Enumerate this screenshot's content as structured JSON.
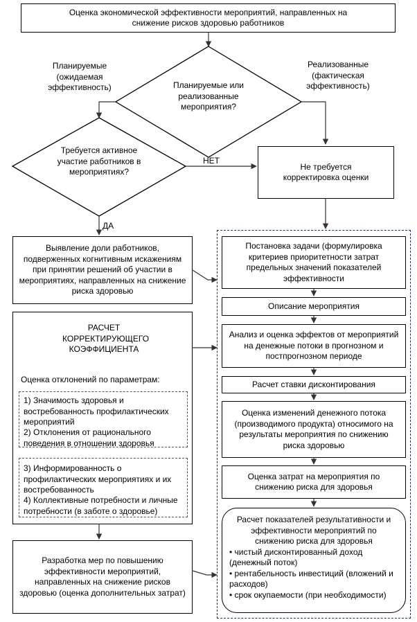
{
  "top_box": "Оценка экономической эффективности мероприятий, направленных на снижение рисков здоровью работников",
  "label_planned": "Планируемые (ожидаемая эффективность)",
  "label_realized": "Реализованные (фактическая эффективность)",
  "diamond1": "Планируемые или реализованные мероприятия?",
  "diamond2": "Требуется активное участие работников в мероприятиях?",
  "label_no": "НЕТ",
  "label_yes": "ДА",
  "no_correction": "Не требуется корректировка оценки",
  "left_box1": "Выявление доли работников, подверженных когнитивным искажениям при принятии решений об участии в мероприятиях, направленных на снижение риска здоровью",
  "coef_title": "РАСЧЕТ КОРРЕКТИРУЮЩЕГО КОЭФФИЦИЕНТА",
  "coef_params": "Оценка отклонений по параметрам:",
  "group1": [
    "1) Значимость здоровья и востребованность профилактических мероприятий",
    "2) Отклонения от рационального поведения в отношении здоровья"
  ],
  "group2": [
    "3) Информированность о профилактических мероприятиях и их востребованность",
    "4) Коллективные потребности и личные потребности (в заботе о здоровье)"
  ],
  "left_box3": "Разработка мер по повышению эффективности мероприятий, направленных на снижение рисков здоровью (оценка дополнительных затрат)",
  "right_steps": [
    "Постановка задачи (формулировка критериев приоритетности затрат предельных значений показателей эффективности",
    "Описание мероприятия",
    "Анализ и оценка эффектов от мероприятий на денежные потоки в прогнозном и постпрогнозном периоде",
    "Расчет ставки дисконтирования",
    "Оценка изменений денежного потока (производимого продукта) относимого на результаты мероприятия по снижению риска здоровью",
    "Оценка затрат на мероприятия по снижению риска для здоровья"
  ],
  "final_title": "Расчет показателей результативности и эффективности мероприятий по снижению риска для здоровья",
  "final_items": [
    "чистый дисконтированный доход (денежный поток)",
    "рентабельность инвестиций (вложений и расходов)",
    "срок окупаемости (при необходимости)"
  ]
}
